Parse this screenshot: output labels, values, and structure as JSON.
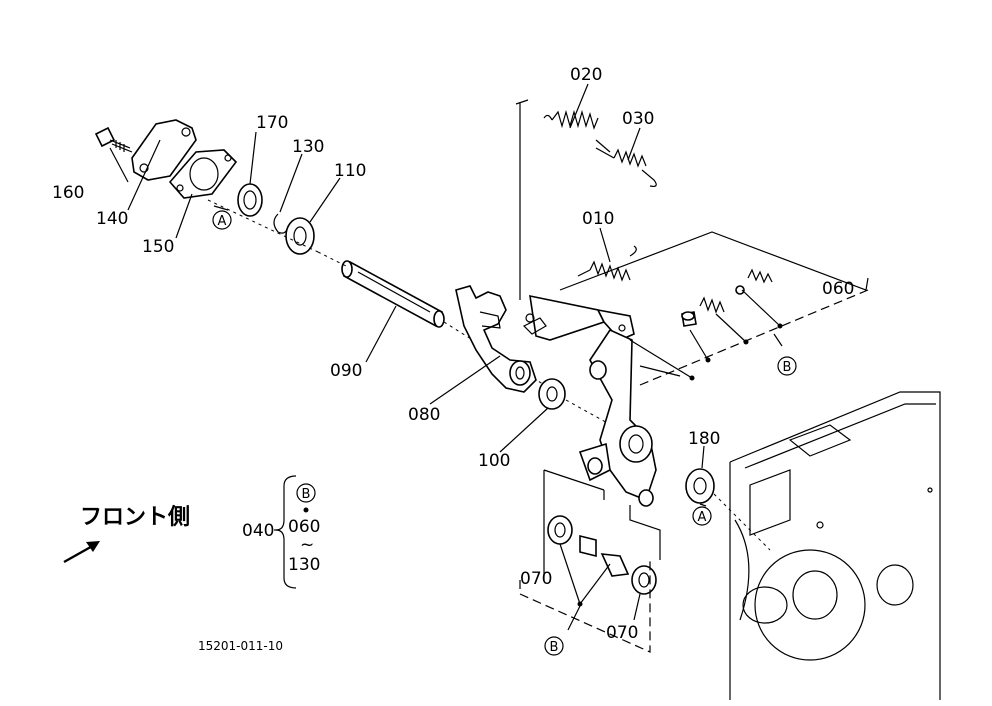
{
  "labels": {
    "p020": "020",
    "p030": "030",
    "p010": "010",
    "p060": "060",
    "p170": "170",
    "p130": "130",
    "p110": "110",
    "p160": "160",
    "p140": "140",
    "p150": "150",
    "p090": "090",
    "p080": "080",
    "p100": "100",
    "p180": "180",
    "p070_left": "070",
    "p070_right": "070"
  },
  "markers": {
    "a": "A",
    "b": "B"
  },
  "front_side": "フロント側",
  "kit": {
    "number": "040",
    "marker": "B",
    "start": "060",
    "tilde": "~",
    "end": "130"
  },
  "drawing_number": "15201-011-10"
}
